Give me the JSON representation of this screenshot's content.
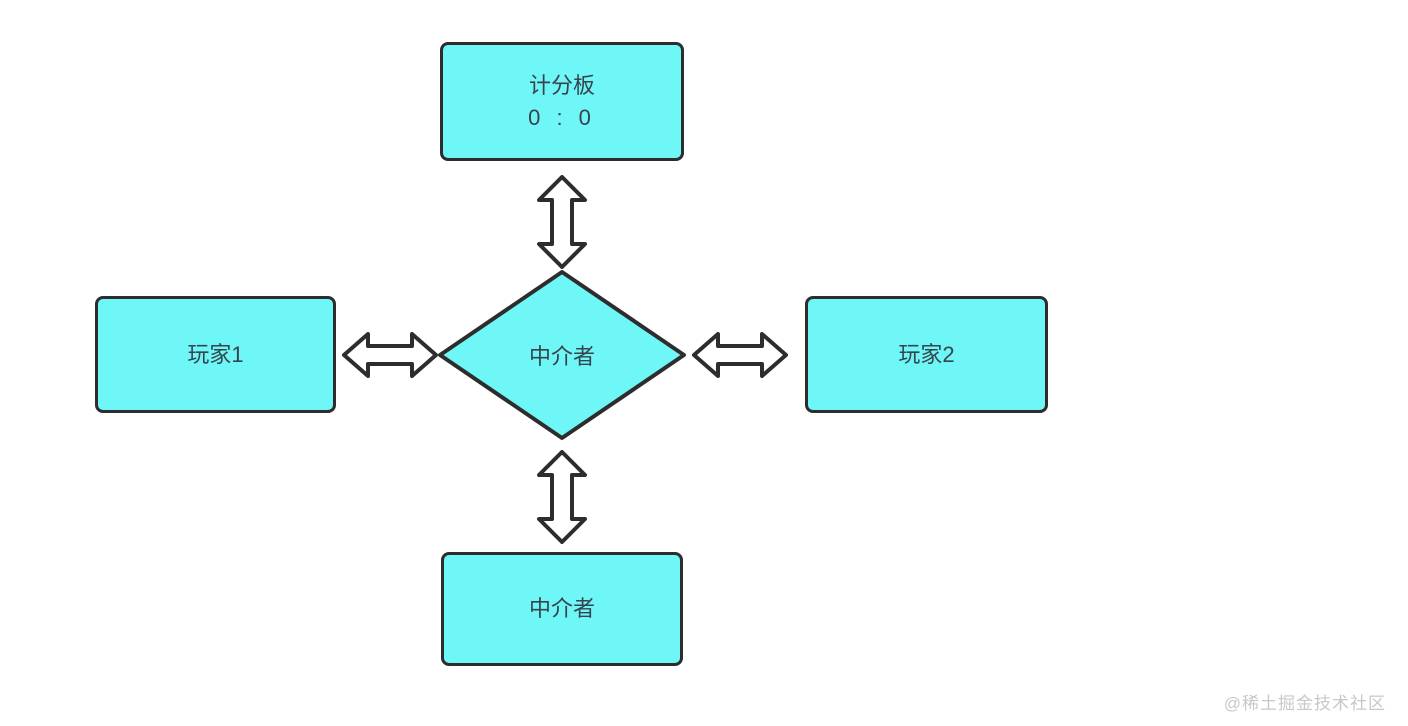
{
  "diagram": {
    "colors": {
      "background": "#ffffff",
      "node_fill": "#6ff7f8",
      "node_border": "#2d2d2d",
      "arrow_fill": "#ffffff",
      "arrow_outline": "#2d2d2d",
      "text": "#36454d"
    },
    "nodes": {
      "scoreboard": {
        "label": "计分板",
        "score": "0 : 0"
      },
      "player1": {
        "label": "玩家1"
      },
      "mediator": {
        "label": "中介者"
      },
      "player2": {
        "label": "玩家2"
      },
      "mediator_bottom": {
        "label": "中介者"
      }
    },
    "arrows": [
      {
        "name": "scoreboard-mediator",
        "direction": "vertical-bidirectional"
      },
      {
        "name": "player1-mediator",
        "direction": "horizontal-bidirectional"
      },
      {
        "name": "mediator-player2",
        "direction": "horizontal-bidirectional"
      },
      {
        "name": "mediator-mediator-bottom",
        "direction": "vertical-bidirectional"
      }
    ]
  },
  "watermark": {
    "text": "@稀土掘金技术社区",
    "color": "#c8c8c8"
  }
}
